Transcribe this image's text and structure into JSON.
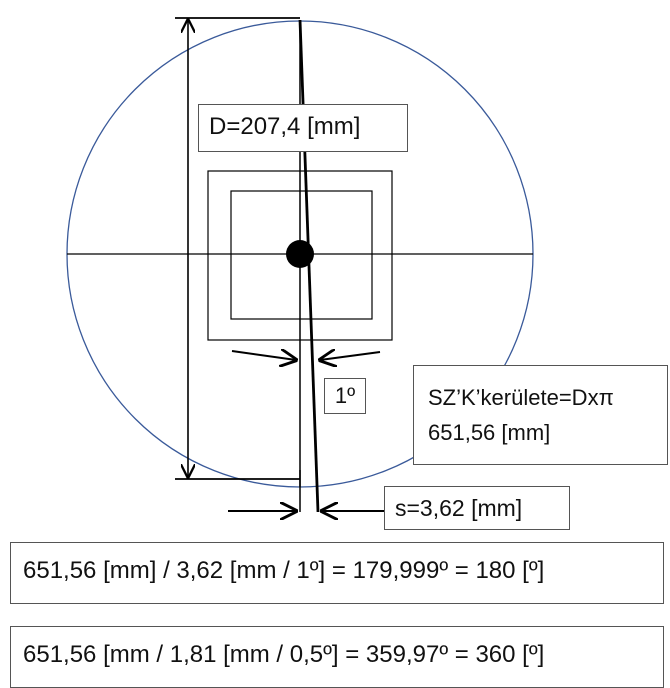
{
  "diagram": {
    "diameter_label": "D=207,4 [mm]",
    "angle_label": "1º",
    "circumference_line1": "SZ’K’kerülete=Dxπ",
    "circumference_line2": "651,56 [mm]",
    "arc_label": "s=3,62 [mm]",
    "formula_1": "651,56 [mm] / 3,62 [mm / 1º] = 179,999º = 180 [º]",
    "formula_2": "651,56 [mm / 1,81 [mm / 0,5º] = 359,97º = 360 [º]",
    "colors": {
      "circle_outline": "#3a5a9a",
      "lines": "#000000",
      "box_border": "#555555",
      "background": "#ffffff"
    }
  }
}
